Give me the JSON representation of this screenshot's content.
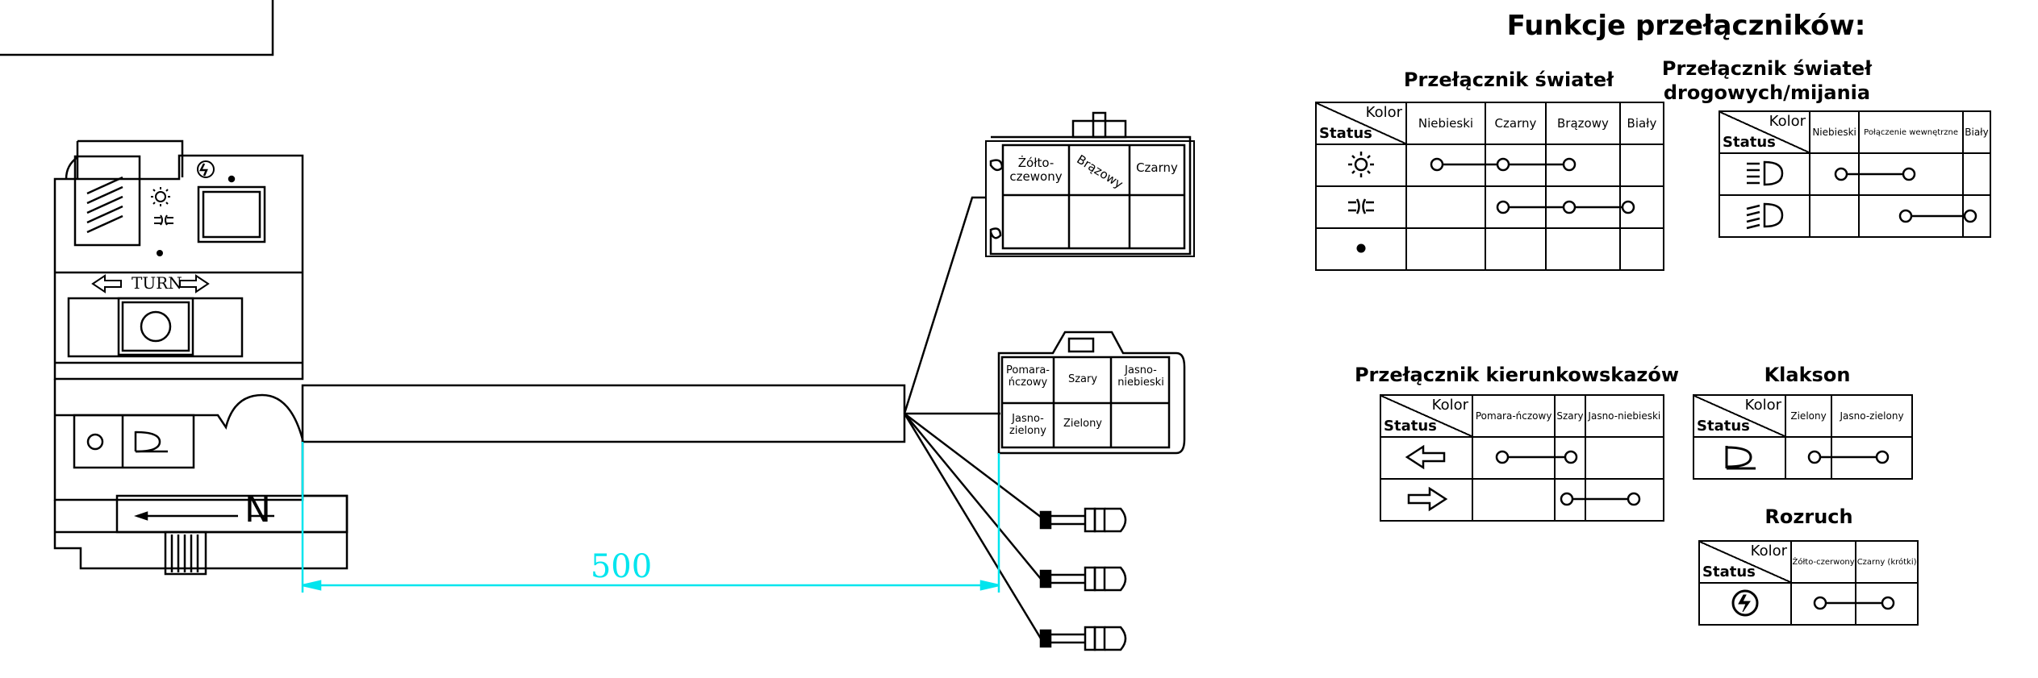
{
  "title": "Funkcje przełączników:",
  "dimension": "500",
  "switch": {
    "turn_label": "TURN",
    "n_label": "N"
  },
  "connectors": {
    "top": [
      "Żółto-czewony",
      "Brązowy",
      "Czarny"
    ],
    "middle": [
      "Pomara-ńczowy",
      "Szary",
      "Jasno-niebieski",
      "Jasno-zielony",
      "Zielony"
    ]
  },
  "tables": {
    "lights": {
      "title": "Przełącznik świateł",
      "kolor": "Kolor",
      "status": "Status",
      "columns": [
        "Niebieski",
        "Czarny",
        "Brązowy",
        "Biały"
      ],
      "rows": [
        "sun-icon",
        "parking-light-icon",
        "dot-icon"
      ]
    },
    "beam": {
      "title": "Przełącznik świateł drogowych/mijania",
      "kolor": "Kolor",
      "status": "Status",
      "columns": [
        "Niebieski",
        "Połączenie wewnętrzne",
        "Biały"
      ],
      "rows": [
        "high-beam-icon",
        "low-beam-icon"
      ]
    },
    "turn": {
      "title": "Przełącznik kierunkowskazów",
      "kolor": "Kolor",
      "status": "Status",
      "columns": [
        "Pomara-ńczowy",
        "Szary",
        "Jasno-niebieski"
      ],
      "rows": [
        "left-arrow-icon",
        "right-arrow-icon"
      ]
    },
    "horn": {
      "title": "Klakson",
      "kolor": "Kolor",
      "status": "Status",
      "columns": [
        "Zielony",
        "Jasno-zielony"
      ],
      "rows": [
        "horn-icon"
      ]
    },
    "start": {
      "title": "Rozruch",
      "kolor": "Kolor",
      "status": "Status",
      "columns": [
        "Żółto-czerwony",
        "Czarny (krótki)"
      ],
      "rows": [
        "starter-icon"
      ]
    }
  },
  "colors": {
    "line": "#000000",
    "dimension": "#00E5EE"
  }
}
